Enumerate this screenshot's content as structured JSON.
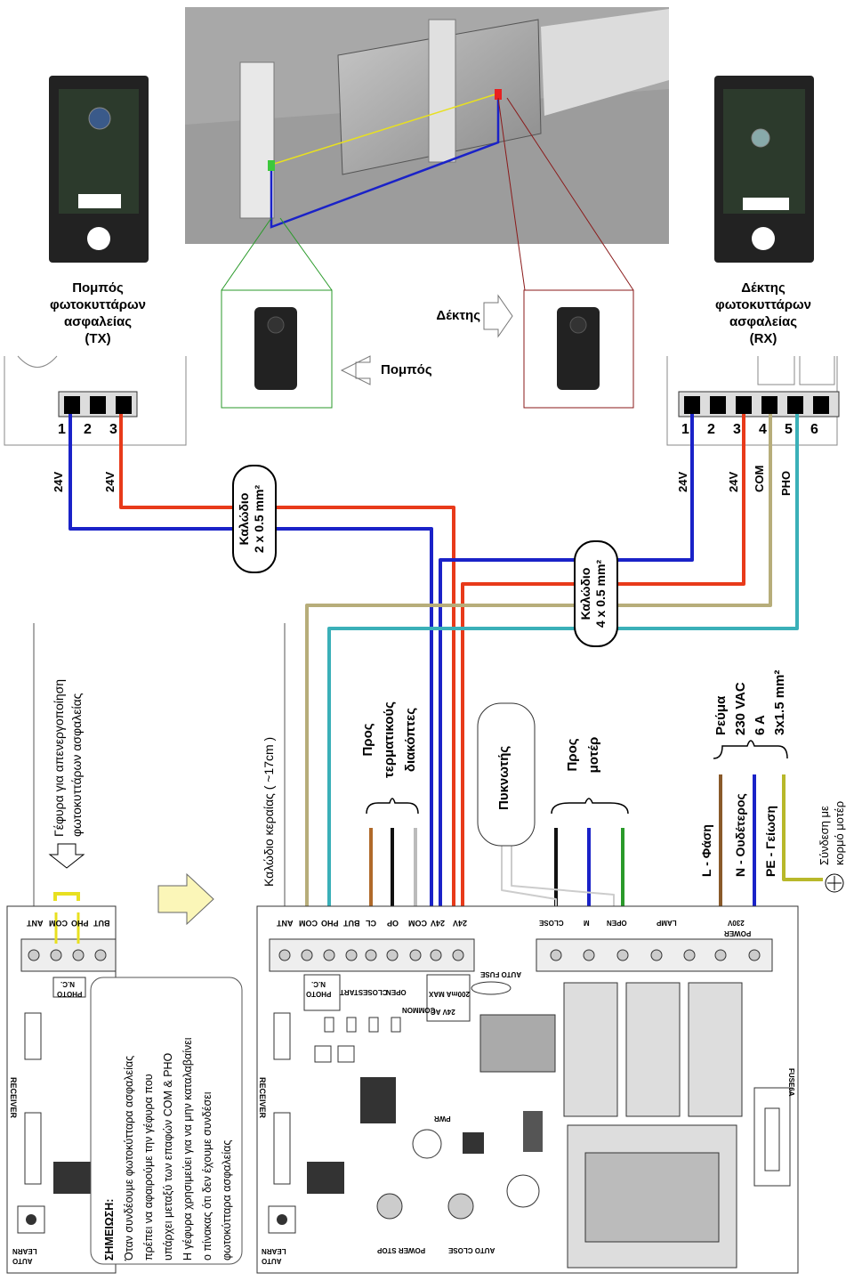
{
  "tx": {
    "title_1": "Πομπός",
    "title_2": "φωτοκυττάρων",
    "title_3": "ασφαλείας",
    "title_4": "(TX)"
  },
  "rx": {
    "title_1": "Δέκτης",
    "title_2": "φωτοκυττάρων",
    "title_3": "ασφαλείας",
    "title_4": "(RX)"
  },
  "callouts": {
    "receiver": "Δέκτης",
    "transmitter": "Πομπός"
  },
  "tx_terminals": [
    "1",
    "2",
    "3"
  ],
  "rx_terminals": [
    "1",
    "2",
    "3",
    "4",
    "5",
    "6"
  ],
  "tx_wire_labels": [
    "24V",
    "24V"
  ],
  "rx_wire_labels": [
    "24V",
    "24V",
    "COM",
    "PHO"
  ],
  "cable_2": {
    "line1": "Καλώδιο",
    "line2": "2 x 0.5 mm²"
  },
  "cable_4": {
    "line1": "Καλώδιο",
    "line2": "4 x 0.5 mm²"
  },
  "bridge_note": {
    "line1": "Γέφυρα για απενεργοποίηση",
    "line2": "φωτοκυττάρων ασφαλείας"
  },
  "antenna_note": {
    "text": "Καλώδιο κεραίας   ( ~17cm )"
  },
  "limit_note": {
    "line1": "Προς",
    "line2": "τερματικούς",
    "line3": "διακόπτες"
  },
  "capacitor": {
    "label": "Πυκνωτής"
  },
  "motor_note": {
    "line1": "Προς",
    "line2": "μοτέρ"
  },
  "power": {
    "line1": "Ρεύμα",
    "line2": "230 VAC",
    "line3": "6 A",
    "line4": "3x1.5 mm²"
  },
  "mains": {
    "l": "L  -  Φάση",
    "n": "N  -  Ουδέτερος",
    "pe": "PE -  Γείωση"
  },
  "ground_note": {
    "line1": "Σύνδεση με",
    "line2": "κορμό μοτέρ"
  },
  "note": {
    "title": "ΣΗΜΕΙΩΣΗ:",
    "line1": "Όταν συνδέουμε φωτοκύτταρα ασφαλείας",
    "line2": "πρέπει να αφαιρούμε την γέφυρα που",
    "line3": "υπάρχει μεταξύ των επαφών COM & PHO",
    "line4": "Η γέφυρα χρησιμεύει για να μην καταλαβαίνει",
    "line5": "ο πίνακας ότι δεν έχουμε συνδέσει",
    "line6": "φωτοκύτταρα ασφαλείας"
  },
  "board_left": {
    "terminals": [
      "ANT",
      "COM",
      "PHO",
      "BUT"
    ],
    "photo": "PHOTO",
    "nc": "N.C.",
    "receiver": "RECEIVER",
    "auto": "AUTO",
    "learn": "LEARN"
  },
  "board_right": {
    "terminals": [
      "ANT",
      "COM",
      "PHO",
      "BUT",
      "CL",
      "OP",
      "COM",
      "24V",
      "24V"
    ],
    "photo": "PHOTO",
    "nc": "N.C.",
    "start": "START",
    "close": "CLOSE",
    "open": "OPEN",
    "common": "COMMON",
    "vac": "24V AC",
    "max": "200mA MAX",
    "auto_fuse": "AUTO FUSE",
    "fuse": "FUSE6A",
    "motor_terms": [
      "CLOSE",
      "M",
      "OPEN",
      "LAMP",
      "POWER",
      "230V"
    ],
    "receiver": "RECEIVER",
    "pwr": "PWR",
    "pots": [
      "POWER STOP",
      "AUTO CLOSE"
    ],
    "auto": "AUTO",
    "learn": "LEARN"
  },
  "colors": {
    "blue": "#1a22c8",
    "red": "#e83a1a",
    "khaki": "#b7ad7a",
    "teal": "#3ab0b8",
    "green": "#2a9a2a",
    "darkred": "#8a1a1a",
    "brown": "#b06a2a",
    "yellow": "#f2ec6a"
  }
}
